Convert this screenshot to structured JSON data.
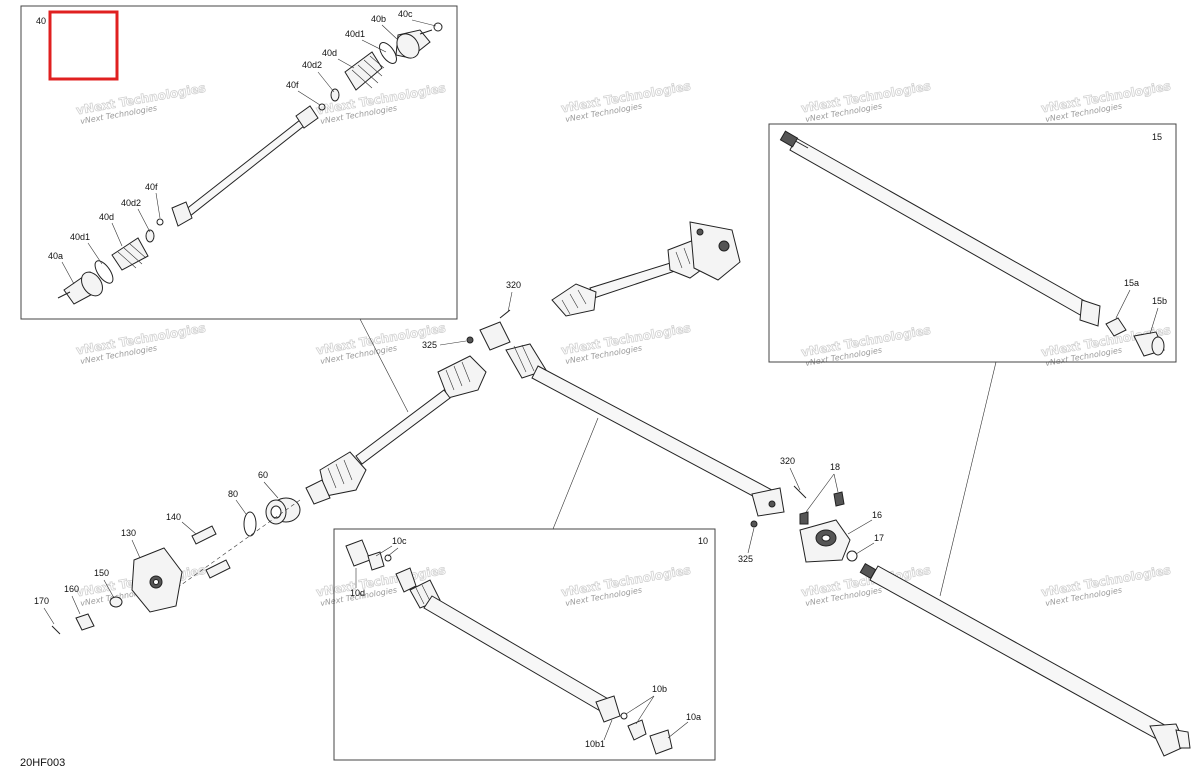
{
  "diagram_code": "20HF003",
  "watermark": {
    "line1": "vNext Technologies",
    "line2": "vNext Technologies"
  },
  "highlight_color": "#e02020",
  "boxes": {
    "front_axle_detail": {
      "label": "40"
    },
    "rear_prop_shaft_detail": {
      "label": "15"
    },
    "front_prop_shaft_detail": {
      "label": "10"
    }
  },
  "callouts": {
    "c40b": "40b",
    "c40c": "40c",
    "c40d1_top": "40d1",
    "c40d_top": "40d",
    "c40d2_top": "40d2",
    "c40f_top": "40f",
    "c40f_bot": "40f",
    "c40d2_bot": "40d2",
    "c40d_bot": "40d",
    "c40d1_bot": "40d1",
    "c40a": "40a",
    "c15": "15",
    "c15a": "15a",
    "c15b": "15b",
    "c320_top": "320",
    "c325_top": "325",
    "c320_mid": "320",
    "c325_mid": "325",
    "c18": "18",
    "c16": "16",
    "c17": "17",
    "c60": "60",
    "c80": "80",
    "c140": "140",
    "c130": "130",
    "c150": "150",
    "c160": "160",
    "c170": "170",
    "c10c": "10c",
    "c10d": "10d",
    "c10b": "10b",
    "c10a": "10a",
    "c10b1": "10b1"
  },
  "icons": [
    "cv-axle-shaft",
    "propeller-shaft",
    "steering-knuckle",
    "carrier-bearing",
    "universal-joint"
  ]
}
